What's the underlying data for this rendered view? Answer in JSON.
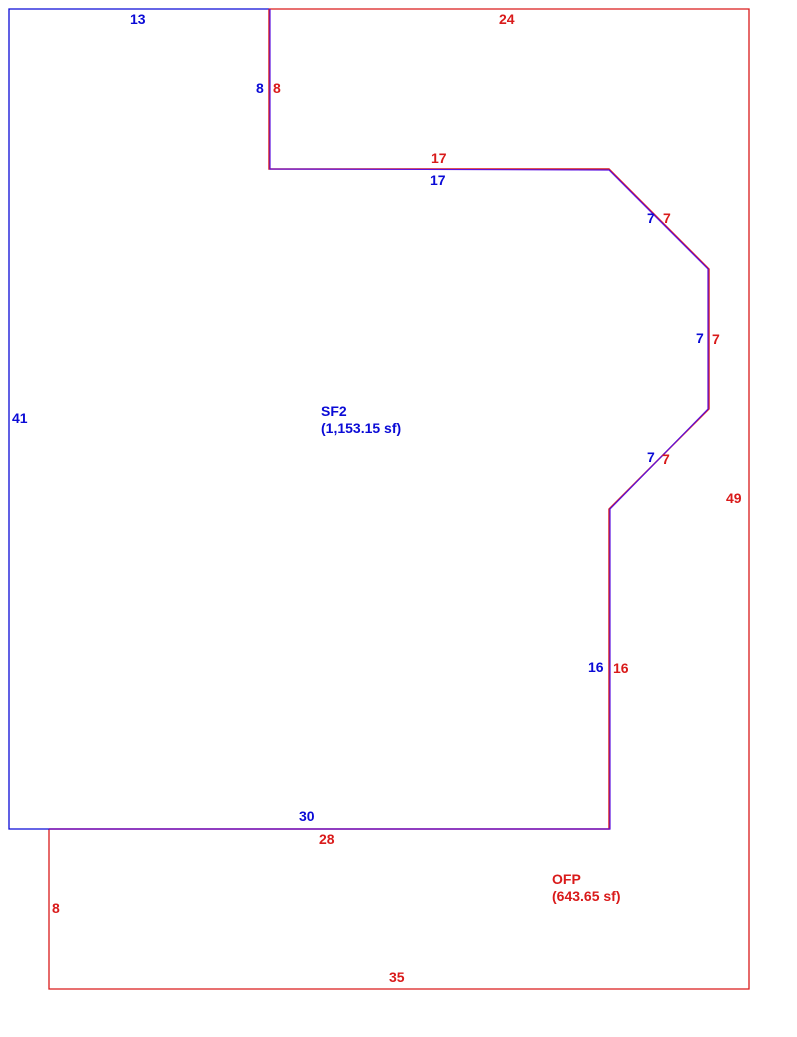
{
  "colors": {
    "sf2": "#0a0ad6",
    "ofp": "#d91a1a",
    "shared": "#7a10c8"
  },
  "areas": {
    "sf2": {
      "name": "SF2",
      "size": "(1,153.15 sf)"
    },
    "ofp": {
      "name": "OFP",
      "size": "(643.65 sf)"
    }
  },
  "sf2_dims": {
    "top": "13",
    "left": "41",
    "notch_vertical": "8",
    "notch_horizontal": "17",
    "angle_upper": "7",
    "right_vertical": "7",
    "angle_lower": "7",
    "lower_vertical": "16",
    "bottom": "30"
  },
  "ofp_dims": {
    "top": "24",
    "right": "49",
    "bottom": "35",
    "left": "8",
    "upper_bottom": "28",
    "notch_vertical": "8",
    "notch_horizontal": "17",
    "angle_upper": "7",
    "right_vertical": "7",
    "angle_lower": "7",
    "lower_vertical": "16"
  }
}
